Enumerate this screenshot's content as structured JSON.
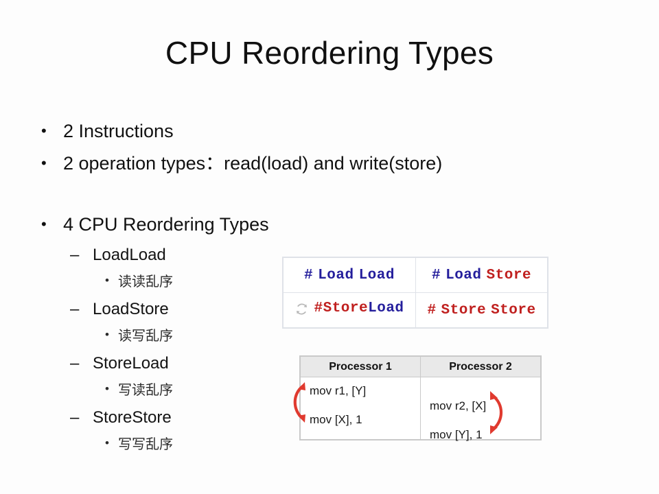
{
  "slide": {
    "title": "CPU Reordering Types",
    "bullets": [
      {
        "level": 1,
        "text": "2 Instructions"
      },
      {
        "level": 1,
        "text": "2 operation types：read(load) and write(store)"
      },
      {
        "level": 0,
        "text": ""
      },
      {
        "level": 1,
        "text": "4 CPU Reordering Types"
      },
      {
        "level": 2,
        "text": "LoadLoad"
      },
      {
        "level": 3,
        "text": "读读乱序"
      },
      {
        "level": 2,
        "text": "LoadStore"
      },
      {
        "level": 3,
        "text": "读写乱序"
      },
      {
        "level": 2,
        "text": "StoreLoad"
      },
      {
        "level": 3,
        "text": "写读乱序"
      },
      {
        "level": 2,
        "text": "StoreStore"
      },
      {
        "level": 3,
        "text": "写写乱序"
      }
    ]
  },
  "types_table": {
    "rows": [
      [
        {
          "hash": "#",
          "first": "Load",
          "second": "Load",
          "first_color": "#241e9c",
          "second_color": "#241e9c",
          "icon": null
        },
        {
          "hash": "#",
          "first": "Load",
          "second": "Store",
          "first_color": "#241e9c",
          "second_color": "#c0201f",
          "icon": null
        }
      ],
      [
        {
          "hash": "#",
          "first": "Store",
          "second": "Load",
          "first_color": "#c0201f",
          "second_color": "#241e9c",
          "icon": "recycle-icon"
        },
        {
          "hash": "#",
          "first": "Store",
          "second": "Store",
          "first_color": "#c0201f",
          "second_color": "#c0201f",
          "icon": null
        }
      ]
    ],
    "cells": {
      "r0c0_hash": "#",
      "r0c0_a": "Load",
      "r0c0_b": "Load",
      "r0c1_hash": "#",
      "r0c1_a": "Load",
      "r0c1_b": "Store",
      "r1c0_hash": "#",
      "r1c0_a": "Store",
      "r1c0_b": "Load",
      "r1c1_hash": "#",
      "r1c1_a": "Store",
      "r1c1_b": "Store"
    }
  },
  "processor_table": {
    "headers": [
      "Processor 1",
      "Processor 2"
    ],
    "processor1": [
      "mov r1, [Y]",
      "mov [X], 1"
    ],
    "processor2": [
      "mov r2, [X]",
      "mov [Y], 1"
    ],
    "arrow_color": "#e03a2f",
    "header_bg": "#e9e9e9"
  },
  "colors": {
    "background": "#fdfdfd",
    "text": "#111111",
    "load_blue": "#241e9c",
    "store_red": "#c0201f",
    "arrow_red": "#e03a2f",
    "table_border": "#dfe2e8"
  }
}
